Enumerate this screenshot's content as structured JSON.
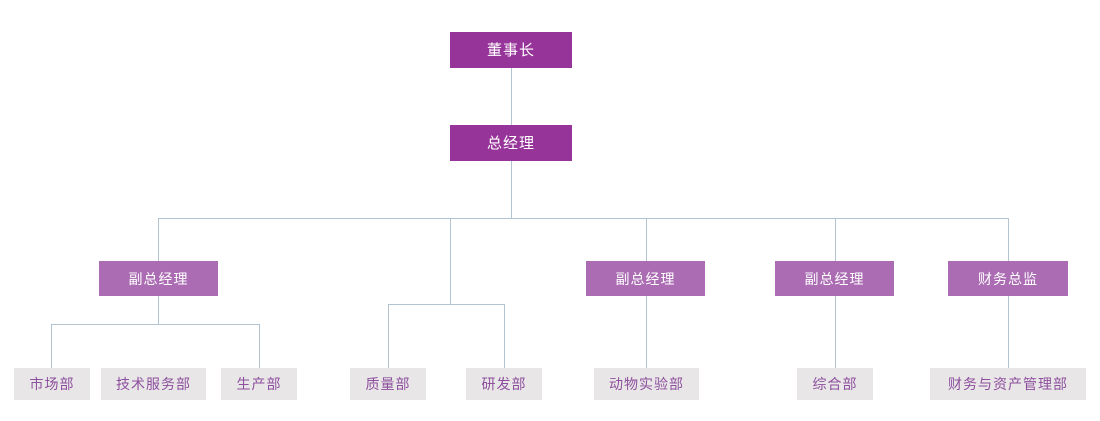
{
  "chart": {
    "type": "org-chart",
    "title": "",
    "colors": {
      "level1_bg": "#97349a",
      "level1_text": "#ffffff",
      "level2_bg": "#ab6cb4",
      "level2_text": "#ffffff",
      "level3_bg": "#e8e6e6",
      "level3_text": "#8d4f9e",
      "connector": "#b2c4d2",
      "background": "#ffffff"
    },
    "nodes": {
      "chairman": {
        "label": "董事长",
        "level": 1
      },
      "general_manager": {
        "label": "总经理",
        "level": 1
      },
      "vp1": {
        "label": "副总经理",
        "level": 2
      },
      "vp2": {
        "label": "副总经理",
        "level": 2
      },
      "vp3": {
        "label": "副总经理",
        "level": 2
      },
      "cfo": {
        "label": "财务总监",
        "level": 2
      },
      "dept_marketing": {
        "label": "市场部",
        "level": 3
      },
      "dept_tech_service": {
        "label": "技术服务部",
        "level": 3
      },
      "dept_production": {
        "label": "生产部",
        "level": 3
      },
      "dept_quality": {
        "label": "质量部",
        "level": 3
      },
      "dept_rnd": {
        "label": "研发部",
        "level": 3
      },
      "dept_animal_lab": {
        "label": "动物实验部",
        "level": 3
      },
      "dept_general_affairs": {
        "label": "综合部",
        "level": 3
      },
      "dept_finance_asset": {
        "label": "财务与资产管理部",
        "level": 3
      }
    }
  }
}
